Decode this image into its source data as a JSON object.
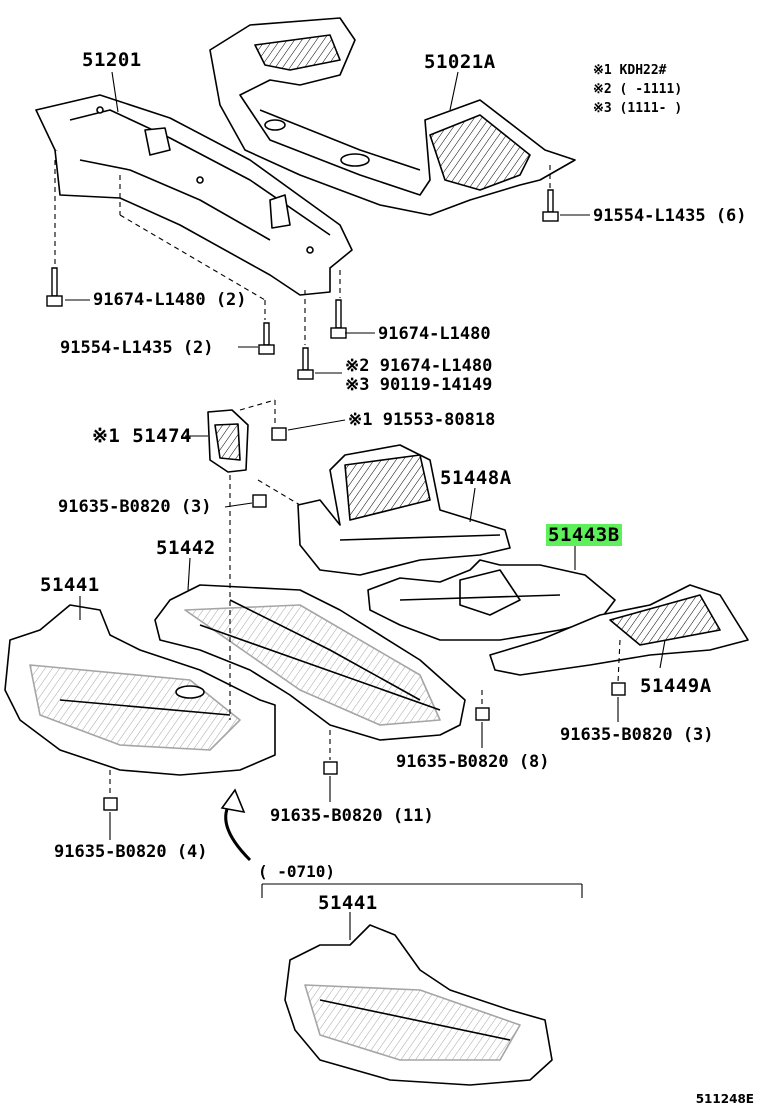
{
  "notes": {
    "n1": "※1 KDH22#",
    "n2": "※2 (      -1111)",
    "n3": "※3 (1111-      )"
  },
  "parts": {
    "p51201": "51201",
    "p51021A": "51021A",
    "p51474": "※1 51474",
    "p51448A": "51448A",
    "p51443B": "51443B",
    "p51442": "51442",
    "p51441": "51441",
    "p51449A": "51449A",
    "p51441b": "51441"
  },
  "fasteners": {
    "f1": "91554-L1435 (6)",
    "f2": "91674-L1480 (2)",
    "f3": "91674-L1480",
    "f4": "91554-L1435 (2)",
    "f5a": "※2 91674-L1480",
    "f5b": "※3 90119-14149",
    "f6": "※1 91553-80818",
    "f7": "91635-B0820 (3)",
    "f8": "91635-B0820 (3)",
    "f9": "91635-B0820 (8)",
    "f10": "91635-B0820 (11)",
    "f11": "91635-B0820 (4)"
  },
  "variant_bracket": "(      -0710)",
  "diagram_code": "511248E",
  "highlight_color": "#5df05a"
}
